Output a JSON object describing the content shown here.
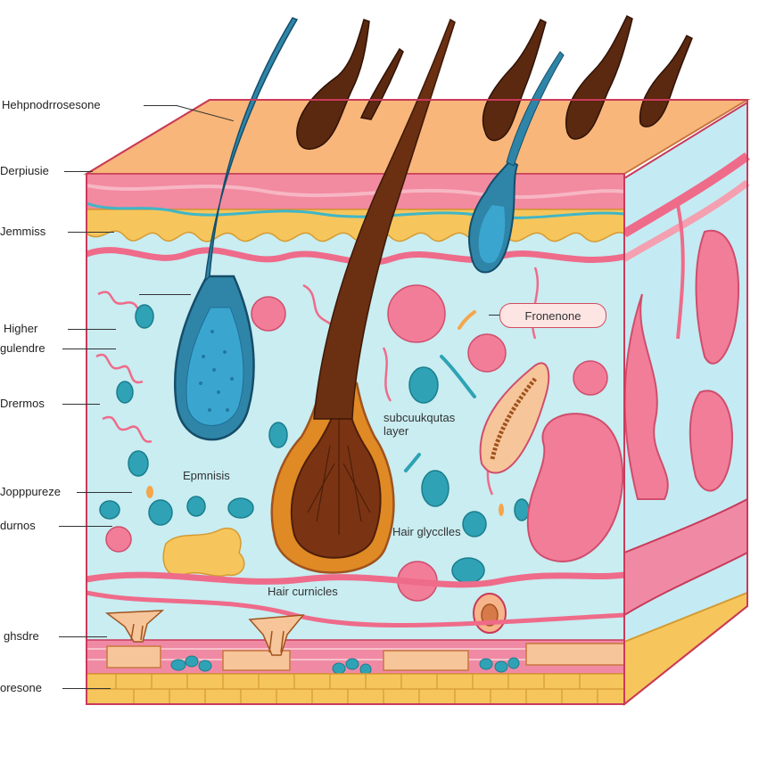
{
  "labels": {
    "l1": "Hehpnodrrosesone",
    "l2": "Derpiusie",
    "l3": "Jemmiss",
    "l4a": "Higher",
    "l4b": "gulendre",
    "l5": "Drermos",
    "l6": "Jopppureze",
    "l7": "durnos",
    "l8": "ghsdre",
    "l9": "oresone"
  },
  "inner_labels": {
    "callout": "Fronenone",
    "subcut_1": "subcuukqutas",
    "subcut_2": "layer",
    "epm": "Epmnisis",
    "glycc": "Hair glycclles",
    "curn": "Hair curnicles"
  },
  "colors": {
    "epidermis": "#f8b67a",
    "dermis": "#c9edf1",
    "vessel": "#ef6b8a",
    "fat": "#f6c65c",
    "hair_blue": "#2f85a8",
    "hair_brown": "#6b2f12",
    "follicle": "#e08a25",
    "outline": "#c93a5a"
  }
}
